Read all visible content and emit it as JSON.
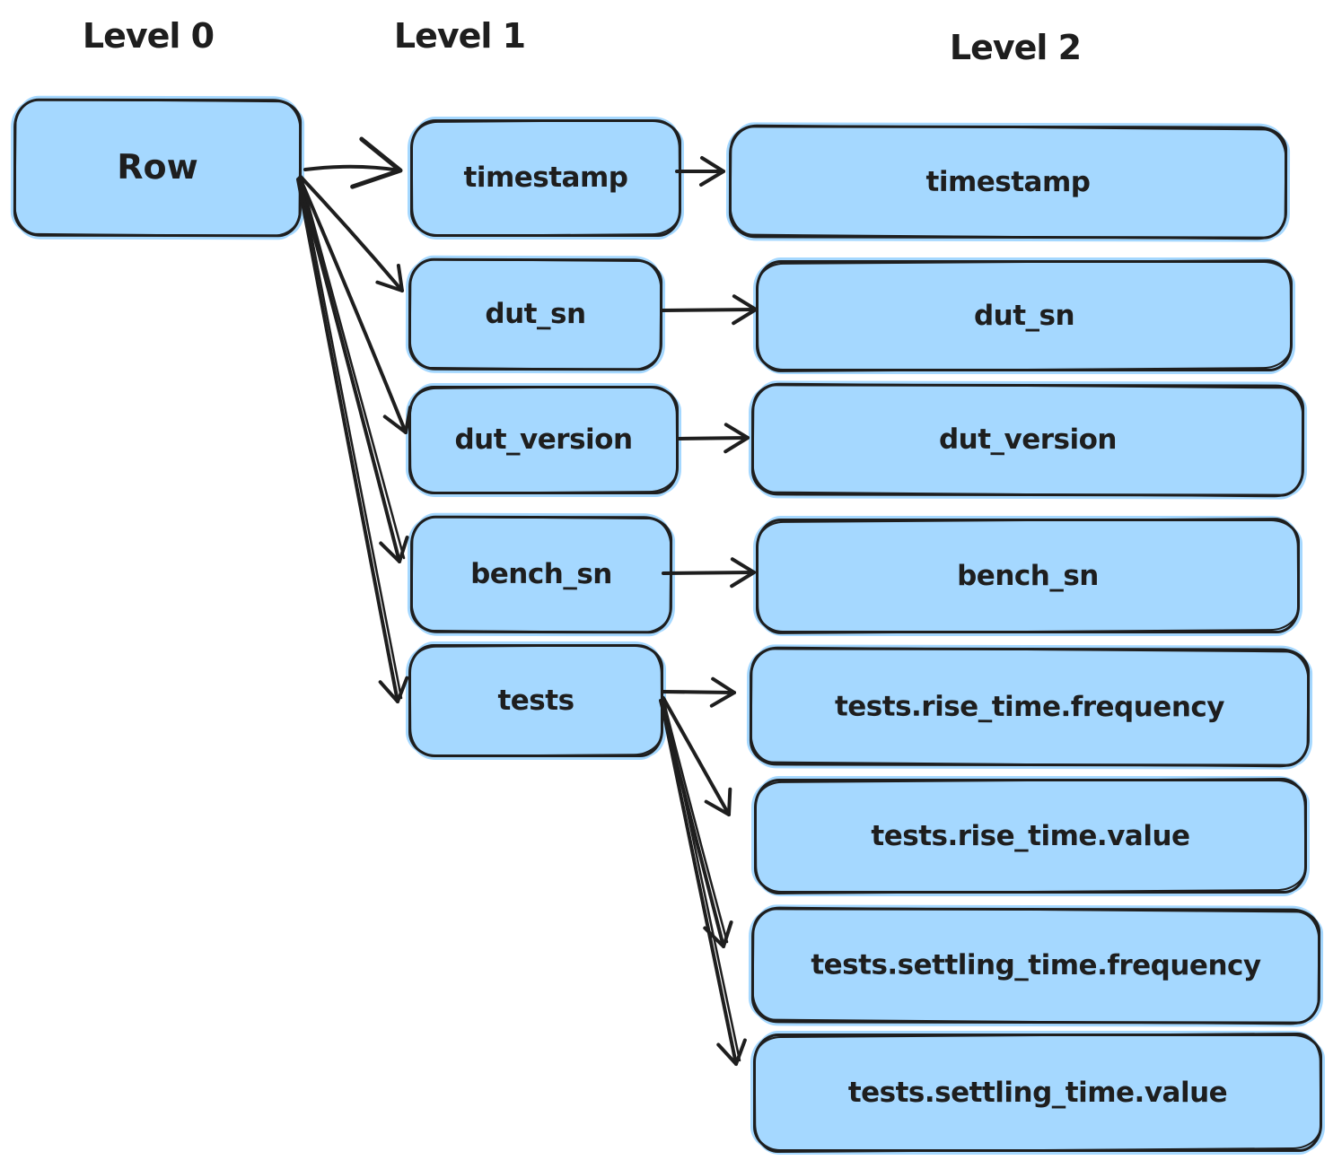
{
  "colors": {
    "node_fill": "#a5d8ff",
    "node_stroke": "#1e1e1e",
    "arrow": "#1e1e1e",
    "text": "#1e1e1e",
    "background": "#ffffff"
  },
  "headers": [
    {
      "label": "Level 0"
    },
    {
      "label": "Level 1"
    },
    {
      "label": "Level 2"
    }
  ],
  "nodes": [
    {
      "id": "row",
      "label": "Row",
      "level": 0
    },
    {
      "id": "l1_timestamp",
      "label": "timestamp",
      "level": 1
    },
    {
      "id": "l1_dut_sn",
      "label": "dut_sn",
      "level": 1
    },
    {
      "id": "l1_dut_version",
      "label": "dut_version",
      "level": 1
    },
    {
      "id": "l1_bench_sn",
      "label": "bench_sn",
      "level": 1
    },
    {
      "id": "l1_tests",
      "label": "tests",
      "level": 1
    },
    {
      "id": "l2_timestamp",
      "label": "timestamp",
      "level": 2
    },
    {
      "id": "l2_dut_sn",
      "label": "dut_sn",
      "level": 2
    },
    {
      "id": "l2_dut_version",
      "label": "dut_version",
      "level": 2
    },
    {
      "id": "l2_bench_sn",
      "label": "bench_sn",
      "level": 2
    },
    {
      "id": "l2_rise_frequency",
      "label": "tests.rise_time.frequency",
      "level": 2
    },
    {
      "id": "l2_rise_value",
      "label": "tests.rise_time.value",
      "level": 2
    },
    {
      "id": "l2_settling_frequency",
      "label": "tests.settling_time.frequency",
      "level": 2
    },
    {
      "id": "l2_settling_value",
      "label": "tests.settling_time.value",
      "level": 2
    }
  ],
  "edges": [
    {
      "from": "row",
      "to": "l1_timestamp"
    },
    {
      "from": "row",
      "to": "l1_dut_sn"
    },
    {
      "from": "row",
      "to": "l1_dut_version"
    },
    {
      "from": "row",
      "to": "l1_bench_sn"
    },
    {
      "from": "row",
      "to": "l1_tests"
    },
    {
      "from": "l1_timestamp",
      "to": "l2_timestamp"
    },
    {
      "from": "l1_dut_sn",
      "to": "l2_dut_sn"
    },
    {
      "from": "l1_dut_version",
      "to": "l2_dut_version"
    },
    {
      "from": "l1_bench_sn",
      "to": "l2_bench_sn"
    },
    {
      "from": "l1_tests",
      "to": "l2_rise_frequency"
    },
    {
      "from": "l1_tests",
      "to": "l2_rise_value"
    },
    {
      "from": "l1_tests",
      "to": "l2_settling_frequency"
    },
    {
      "from": "l1_tests",
      "to": "l2_settling_value"
    }
  ]
}
